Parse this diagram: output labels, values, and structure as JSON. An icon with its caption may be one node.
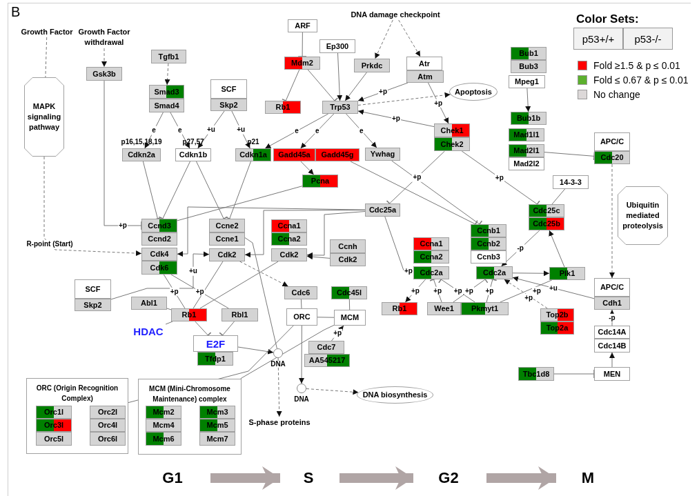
{
  "diagram": {
    "nodes": [
      {
        "text": [
          "Growth Factor"
        ]
      },
      {
        "text": [
          "Growth Factor withdrawal"
        ]
      },
      {
        "text": [
          "MAPK signaling pathway"
        ]
      },
      {
        "text": [
          "Gsk3b"
        ]
      },
      {
        "text": [
          "Tgfb1"
        ]
      },
      {
        "text": [
          "Smad3"
        ]
      },
      {
        "text": [
          "Smad4"
        ]
      },
      {
        "text": [
          "SCF"
        ]
      },
      {
        "text": [
          "Skp2"
        ]
      },
      {
        "text": [
          "Cdkn2a"
        ],
        "beside": [
          "p16,15,18,19"
        ]
      },
      {
        "text": [
          "Cdkn1b"
        ],
        "beside": [
          "p27,57"
        ]
      },
      {
        "text": [
          "Cdkn1a"
        ],
        "beside": [
          "p21"
        ]
      },
      {
        "text": [
          "ARF"
        ]
      },
      {
        "text": [
          "Mdm2"
        ]
      },
      {
        "text": [
          "Ep300"
        ]
      },
      {
        "text": [
          "Prkdc"
        ]
      },
      {
        "text": [
          "Atr"
        ]
      },
      {
        "text": [
          "Atm"
        ]
      },
      {
        "text": [
          "Rb1"
        ]
      },
      {
        "text": [
          "Trp53"
        ]
      },
      {
        "text": [
          "Apoptosis"
        ]
      },
      {
        "text": [
          "Chek1"
        ]
      },
      {
        "text": [
          "Chek2"
        ]
      },
      {
        "text": [
          "Gadd45a"
        ]
      },
      {
        "text": [
          "Gadd45g"
        ]
      },
      {
        "text": [
          "Ywhag"
        ]
      },
      {
        "text": [
          "Pcna"
        ]
      },
      {
        "text": [
          "DNA damage checkpoint"
        ]
      },
      {
        "text": [
          "Bub1"
        ]
      },
      {
        "text": [
          "Bub3"
        ]
      },
      {
        "text": [
          "Mpeg1"
        ]
      },
      {
        "text": [
          "Bub1b"
        ]
      },
      {
        "text": [
          "Mad1l1"
        ]
      },
      {
        "text": [
          "Mad2l1"
        ]
      },
      {
        "text": [
          "Mad2l2"
        ]
      },
      {
        "text": [
          "APC/C"
        ]
      },
      {
        "text": [
          "Cdc20"
        ]
      },
      {
        "text": [
          "14-3-3"
        ]
      },
      {
        "text": [
          "Cdc25c"
        ]
      },
      {
        "text": [
          "Cdc25b"
        ]
      },
      {
        "text": [
          "Ubiquitin mediated proteolysis"
        ]
      },
      {
        "text": [
          "Ccnd3"
        ]
      },
      {
        "text": [
          "Ccnd2"
        ]
      },
      {
        "text": [
          "Ccne2"
        ]
      },
      {
        "text": [
          "Ccne1"
        ]
      },
      {
        "text": [
          "Ccna1"
        ]
      },
      {
        "text": [
          "Ccna2"
        ]
      },
      {
        "text": [
          "Cdc25a"
        ]
      },
      {
        "text": [
          "Ccnb1"
        ]
      },
      {
        "text": [
          "Ccnb2"
        ]
      },
      {
        "text": [
          "Ccnb3"
        ]
      },
      {
        "text": [
          "Cdk4"
        ]
      },
      {
        "text": [
          "Cdk6"
        ]
      },
      {
        "text": [
          "Cdk2"
        ]
      },
      {
        "text": [
          "Cdk2"
        ]
      },
      {
        "text": [
          "Ccnh"
        ]
      },
      {
        "text": [
          "Cdk2"
        ]
      },
      {
        "text": [
          "Ccna1"
        ]
      },
      {
        "text": [
          "Ccna2"
        ]
      },
      {
        "text": [
          "Cdc2a"
        ]
      },
      {
        "text": [
          "Cdc2a"
        ]
      },
      {
        "text": [
          "Plk1"
        ]
      },
      {
        "text": [
          "SCF"
        ]
      },
      {
        "text": [
          "Skp2"
        ]
      },
      {
        "text": [
          "Abl1"
        ]
      },
      {
        "text": [
          "Rb1"
        ]
      },
      {
        "text": [
          "Rbl1"
        ]
      },
      {
        "text": [
          "Cdc6"
        ]
      },
      {
        "text": [
          "Cdc45l"
        ]
      },
      {
        "text": [
          "ORC"
        ]
      },
      {
        "text": [
          "MCM"
        ]
      },
      {
        "text": [
          "HDAC"
        ]
      },
      {
        "text": [
          "E2F"
        ]
      },
      {
        "text": [
          "Tfdp1"
        ]
      },
      {
        "text": [],
        "shape": "circle",
        "beside": [
          "DNA"
        ]
      },
      {
        "text": [
          "Cdc7"
        ]
      },
      {
        "text": [
          "AA545217"
        ]
      },
      {
        "text": [
          "Rb1"
        ]
      },
      {
        "text": [
          "Wee1"
        ]
      },
      {
        "text": [
          "Pkmyt1"
        ]
      },
      {
        "text": [
          "Top2b"
        ]
      },
      {
        "text": [
          "Top2a"
        ]
      },
      {
        "text": [
          "APC/C"
        ]
      },
      {
        "text": [
          "Cdh1"
        ]
      },
      {
        "text": [
          "Cdc14A"
        ]
      },
      {
        "text": [
          "Cdc14B"
        ]
      },
      {
        "text": [
          "MEN"
        ]
      },
      {
        "text": [
          "Tbc1d8"
        ]
      },
      {
        "text": [],
        "shape": "circle",
        "beside": [
          "DNA"
        ]
      },
      {
        "text": [
          "DNA biosynthesis"
        ]
      },
      {
        "text": [
          "S-phase proteins"
        ]
      },
      {
        "text": [
          "ORC (Origin Recognition Complex)"
        ]
      },
      {
        "text": [
          "Orc1l"
        ],
        "in": 91
      },
      {
        "text": [
          "Orc3l"
        ],
        "in": 91
      },
      {
        "text": [
          "Orc5l"
        ],
        "in": 91
      },
      {
        "text": [
          "Orc2l"
        ],
        "in": 91
      },
      {
        "text": [
          "Orc4l"
        ],
        "in": 91
      },
      {
        "text": [
          "Orc6l"
        ],
        "in": 91
      },
      {
        "text": [
          "MCM (Mini-Chromosome Maintenance) complex"
        ]
      },
      {
        "text": [
          "Mcm2"
        ],
        "in": 98
      },
      {
        "text": [
          "Mcm4"
        ],
        "in": 98
      },
      {
        "text": [
          "Mcm6"
        ],
        "in": 98
      },
      {
        "text": [
          "Mcm3"
        ],
        "in": 98
      },
      {
        "text": [
          "Mcm5"
        ],
        "in": 98
      },
      {
        "text": [
          "Mcm7"
        ],
        "in": 98
      },
      {
        "text": [
          "G1"
        ]
      },
      {
        "text": [
          "S"
        ]
      },
      {
        "text": [
          "G2"
        ]
      },
      {
        "text": [
          "M"
        ]
      }
    ],
    "edges": [
      {
        "from": 0,
        "to": 2,
        "arrow": "none",
        "style": "dashed"
      },
      {
        "from": 1,
        "to": 3,
        "arrow": "to",
        "style": "dashed"
      },
      {
        "from": 2,
        "to": 51,
        "arrow": "to",
        "style": "dashed",
        "label": "R-point (Start)"
      },
      {
        "from": 4,
        "to": 5,
        "arrow": "to",
        "style": "dashed"
      },
      {
        "from": 6,
        "to": 9,
        "arrow": "to",
        "label": "e"
      },
      {
        "from": 6,
        "to": 10,
        "arrow": "to",
        "label": "e"
      },
      {
        "from": 8,
        "to": 10,
        "arrow": "to",
        "label": "+u"
      },
      {
        "from": 8,
        "to": 11,
        "arrow": "to",
        "label": "+u"
      },
      {
        "from": 12,
        "to": 13,
        "arrow": "other"
      },
      {
        "from": 13,
        "to": 18,
        "arrow": "other"
      },
      {
        "from": 13,
        "to": 19,
        "arrow": "other"
      },
      {
        "from": 14,
        "to": 19,
        "arrow": "to"
      },
      {
        "from": 15,
        "to": 19,
        "arrow": "to"
      },
      {
        "from": 17,
        "to": 19,
        "arrow": "to",
        "label": "+p"
      },
      {
        "from": 27,
        "to": 15,
        "arrow": "to",
        "style": "dashed"
      },
      {
        "from": 27,
        "to": 16,
        "arrow": "to",
        "style": "dashed"
      },
      {
        "from": 19,
        "to": 20,
        "arrow": "to",
        "style": "dashed"
      },
      {
        "from": 17,
        "to": 21,
        "arrow": "to",
        "label": "+p"
      },
      {
        "from": 21,
        "to": 19,
        "arrow": "to",
        "label": "+p"
      },
      {
        "from": 19,
        "to": 11,
        "arrow": "to",
        "label": "e"
      },
      {
        "from": 19,
        "to": 23,
        "arrow": "to",
        "label": "e"
      },
      {
        "from": 19,
        "to": 25,
        "arrow": "to",
        "label": "e"
      },
      {
        "from": 23,
        "to": 26,
        "arrow": "to"
      },
      {
        "from": 22,
        "to": 47,
        "arrow": "other",
        "label": "+p"
      },
      {
        "from": 22,
        "to": 38,
        "arrow": "other",
        "label": "+p"
      },
      {
        "from": 30,
        "to": 31,
        "arrow": "to"
      },
      {
        "from": 33,
        "to": 36,
        "arrow": "other"
      },
      {
        "from": 36,
        "to": 82,
        "arrow": "to",
        "style": "dashed"
      },
      {
        "from": 37,
        "to": 38,
        "arrow": "none"
      },
      {
        "from": 3,
        "to": 41,
        "arrow": "other",
        "label": "+p"
      },
      {
        "from": 9,
        "to": 41,
        "arrow": "other"
      },
      {
        "from": 10,
        "to": 41,
        "arrow": "other"
      },
      {
        "from": 10,
        "to": 43,
        "arrow": "other"
      },
      {
        "from": 11,
        "to": 43,
        "arrow": "other"
      },
      {
        "from": 26,
        "to": 41,
        "arrow": "none"
      },
      {
        "from": 47,
        "to": 51,
        "arrow": "to"
      },
      {
        "from": 47,
        "to": 53,
        "arrow": "to"
      },
      {
        "from": 47,
        "to": 54,
        "arrow": "to"
      },
      {
        "from": 47,
        "to": 59,
        "arrow": "to",
        "label": "+p"
      },
      {
        "from": 24,
        "to": 48,
        "arrow": "other"
      },
      {
        "from": 25,
        "to": 48,
        "arrow": "other"
      },
      {
        "from": 56,
        "to": 54,
        "arrow": "to"
      },
      {
        "from": 53,
        "to": 65,
        "arrow": "none"
      },
      {
        "from": 52,
        "to": 65,
        "arrow": "none",
        "label": "+p"
      },
      {
        "from": 54,
        "to": 65,
        "arrow": "none"
      },
      {
        "from": 52,
        "to": 66,
        "arrow": "none",
        "label": "+p"
      },
      {
        "from": 53,
        "to": 67,
        "arrow": "to",
        "style": "dashed"
      },
      {
        "from": 63,
        "to": 53,
        "arrow": "to",
        "label": "+u"
      },
      {
        "from": 64,
        "to": 65,
        "arrow": "none"
      },
      {
        "from": 71,
        "to": 65,
        "arrow": "none"
      },
      {
        "from": 65,
        "to": 72,
        "arrow": "other"
      },
      {
        "from": 66,
        "to": 72,
        "arrow": "other"
      },
      {
        "from": 72,
        "to": 74,
        "arrow": "to"
      },
      {
        "from": 74,
        "to": 90,
        "arrow": "to",
        "style": "dashed"
      },
      {
        "from": 74,
        "to": 43,
        "arrow": "to"
      },
      {
        "from": 67,
        "to": 69,
        "arrow": "none"
      },
      {
        "from": 68,
        "to": 70,
        "arrow": "none"
      },
      {
        "from": 69,
        "to": 70,
        "arrow": "none"
      },
      {
        "from": 69,
        "to": 88,
        "arrow": "to"
      },
      {
        "from": 88,
        "to": 89,
        "arrow": "to",
        "style": "dashed"
      },
      {
        "from": 75,
        "to": 70,
        "arrow": "to",
        "label": "+p"
      },
      {
        "from": 91,
        "to": 69,
        "arrow": "none"
      },
      {
        "from": 98,
        "to": 70,
        "arrow": "none"
      },
      {
        "from": 59,
        "to": 77,
        "arrow": "to",
        "label": "+p"
      },
      {
        "from": 78,
        "to": 59,
        "arrow": "other",
        "label": "+p"
      },
      {
        "from": 79,
        "to": 59,
        "arrow": "other",
        "label": "+p"
      },
      {
        "from": 78,
        "to": 60,
        "arrow": "other",
        "label": "+p"
      },
      {
        "from": 79,
        "to": 60,
        "arrow": "other",
        "label": "+p"
      },
      {
        "from": 39,
        "to": 60,
        "arrow": "to",
        "label": "-p"
      },
      {
        "from": 60,
        "to": 61,
        "arrow": "to"
      },
      {
        "from": 61,
        "to": 39,
        "arrow": "to"
      },
      {
        "from": 61,
        "to": 79,
        "arrow": "none",
        "label": "+p"
      },
      {
        "from": 83,
        "to": 60,
        "arrow": "to",
        "label": "+u"
      },
      {
        "from": 80,
        "to": 60,
        "arrow": "to",
        "style": "dashed",
        "label": "+p"
      },
      {
        "from": 84,
        "to": 83,
        "arrow": "to",
        "label": "-p"
      },
      {
        "from": 86,
        "to": 85,
        "arrow": "to"
      },
      {
        "from": 87,
        "to": 86,
        "arrow": "other"
      },
      {
        "from": 105,
        "to": 106,
        "arrow": "to",
        "style": "thick",
        "color": "#b0a5a5"
      },
      {
        "from": 106,
        "to": 107,
        "arrow": "to",
        "style": "thick",
        "color": "#b0a5a5"
      },
      {
        "from": 107,
        "to": 108,
        "arrow": "to",
        "style": "thick",
        "color": "#b0a5a5"
      }
    ],
    "labels": [
      "B",
      "Color Sets:",
      "p53+/+",
      "p53-/-"
    ],
    "legend": [
      {
        "text": "Fold ≥1.5 & p ≤ 0.01",
        "color": "#ff0000"
      },
      {
        "text": "Fold ≤ 0.67 & p ≤ 0.01",
        "color": "#5cb02e"
      },
      {
        "text": "No change",
        "color": "#dcd8d8"
      }
    ]
  }
}
